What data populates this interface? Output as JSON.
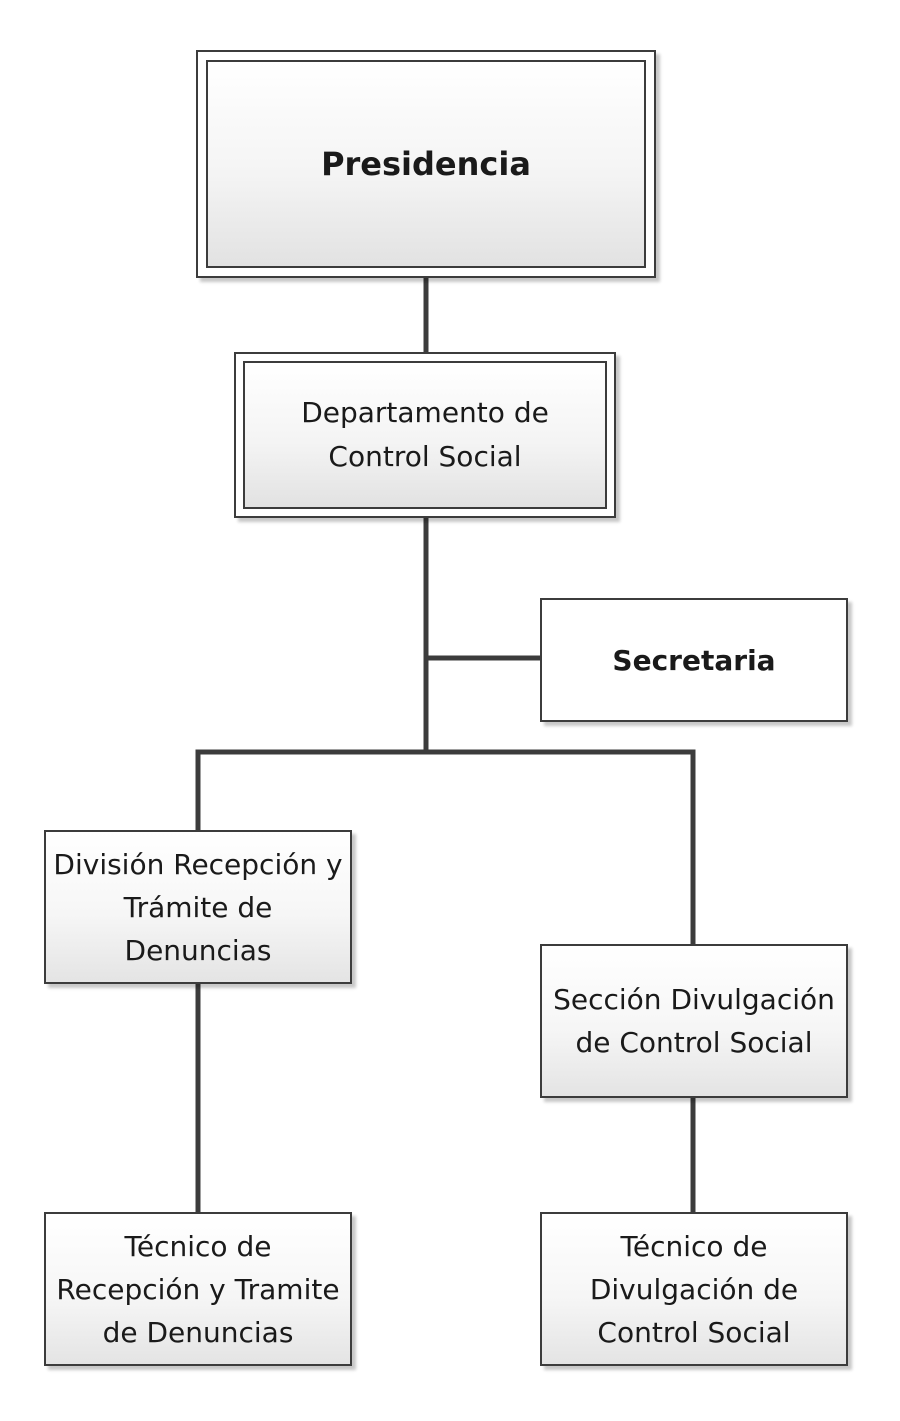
{
  "nodes": {
    "presidencia": "Presidencia",
    "departamento": "Departamento de\nControl Social",
    "secretaria": "Secretaria",
    "division": "División Recepción y\nTrámite de\nDenuncias",
    "seccion": "Sección Divulgación\nde Control Social",
    "tecnico_recepcion": "Técnico de\nRecepción y Tramite\nde Denuncias",
    "tecnico_divulgacion": "Técnico de\nDivulgación de\nControl Social"
  },
  "colors": {
    "line": "#3c3c3c",
    "box_border": "#3c3c3c"
  }
}
